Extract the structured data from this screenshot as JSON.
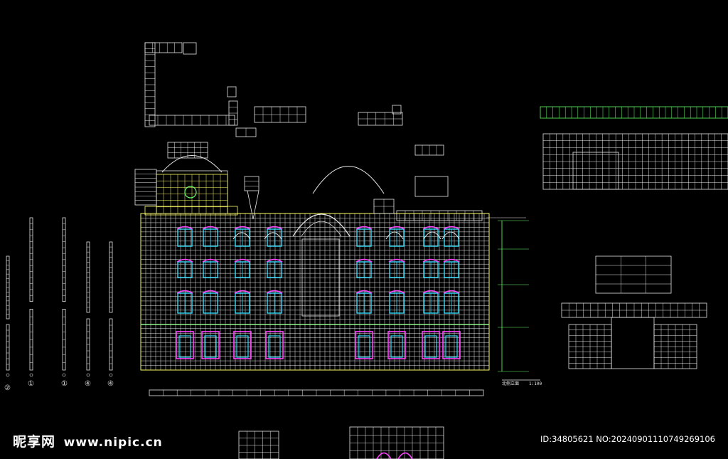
{
  "watermark": {
    "logo_cn": "昵享网",
    "site": "www.nipic.cn",
    "id_line": "ID:34805621 NO:20240901110749269106"
  },
  "drawing": {
    "elevation_title": "北侧立面",
    "scale": "1:100",
    "axis_markers": [
      "②",
      "①",
      "①",
      "④",
      "④"
    ]
  },
  "colors": {
    "background": "#000000",
    "line_white": "#e8e8e8",
    "line_yellow": "#ffff66",
    "window_cyan": "#33ddff",
    "window_magenta": "#ff44ff",
    "line_green": "#66ff66",
    "line_red": "#ff5555",
    "line_orange": "#ffaa55"
  }
}
